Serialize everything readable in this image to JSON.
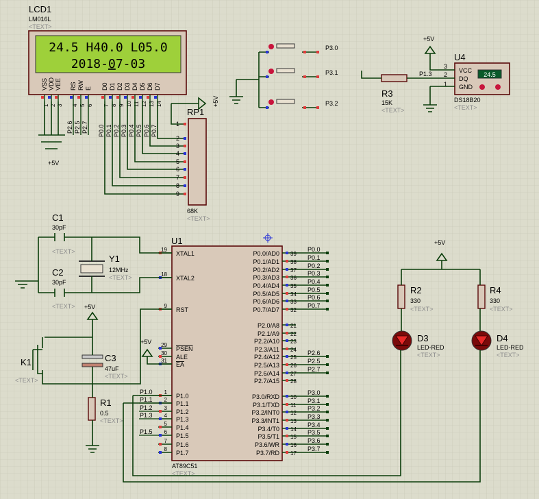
{
  "lcd": {
    "ref": "LCD1",
    "model": "LM016L",
    "text_tag": "<TEXT>",
    "line1": "24.5 H40.0 L05.0",
    "line2_a": "2018-",
    "line2_cursor": "0",
    "line2_b": "7-03",
    "pin_names": [
      "VSS",
      "VDD",
      "VEE",
      "RS",
      "RW",
      "E",
      "D0",
      "D1",
      "D2",
      "D3",
      "D4",
      "D5",
      "D6",
      "D7"
    ],
    "pin_numbers": [
      "1",
      "2",
      "3",
      "4",
      "5",
      "6",
      "7",
      "8",
      "9",
      "10",
      "11",
      "12",
      "13",
      "14"
    ],
    "rs_nets": [
      "P2.6",
      "P2.5",
      "P2.7"
    ],
    "data_nets": [
      "P0.0",
      "P0.1",
      "P0.2",
      "P0.3",
      "P0.4",
      "P0.5",
      "P0.6",
      "P0.7"
    ],
    "power": "+5V"
  },
  "rp1": {
    "ref": "RP1",
    "value": "68K",
    "text_tag": "<TEXT>",
    "pins": [
      "1",
      "2",
      "3",
      "4",
      "5",
      "6",
      "7",
      "8",
      "9"
    ],
    "power": "+5V"
  },
  "buttons": {
    "nets": [
      "P3.0",
      "P3.1",
      "P3.2"
    ]
  },
  "r3": {
    "ref": "R3",
    "value": "15K",
    "text_tag": "<TEXT>",
    "net": "P1.3"
  },
  "u4": {
    "ref": "U4",
    "model": "DS18B20",
    "text_tag": "<TEXT>",
    "pins": [
      "VCC",
      "DQ",
      "GND"
    ],
    "pin_numbers": [
      "3",
      "2",
      "1"
    ],
    "display": "24.5",
    "power": "+5V"
  },
  "c1": {
    "ref": "C1",
    "value": "30pF",
    "text_tag": "<TEXT>"
  },
  "c2": {
    "ref": "C2",
    "value": "30pF",
    "text_tag": "<TEXT>"
  },
  "y1": {
    "ref": "Y1",
    "value": "12MHz",
    "text_tag": "<TEXT>"
  },
  "c3": {
    "ref": "C3",
    "value": "47uF",
    "text_tag": "<TEXT>"
  },
  "r1": {
    "ref": "R1",
    "value": "0.5",
    "text_tag": "<TEXT>"
  },
  "k1": {
    "ref": "K1",
    "text_tag": "<TEXT>"
  },
  "power_5v": "+5V",
  "u1": {
    "ref": "U1",
    "model": "AT89C51",
    "text_tag": "<TEXT>",
    "left_pins": [
      {
        "num": "19",
        "name": "XTAL1"
      },
      {
        "num": "18",
        "name": "XTAL2"
      },
      {
        "num": "9",
        "name": "RST"
      },
      {
        "num": "29",
        "name": "PSEN"
      },
      {
        "num": "30",
        "name": "ALE"
      },
      {
        "num": "31",
        "name": "EA"
      },
      {
        "num": "1",
        "name": "P1.0",
        "net": "P1.0"
      },
      {
        "num": "2",
        "name": "P1.1",
        "net": "P1.1"
      },
      {
        "num": "3",
        "name": "P1.2",
        "net": "P1.2"
      },
      {
        "num": "4",
        "name": "P1.3",
        "net": "P1.3"
      },
      {
        "num": "5",
        "name": "P1.4",
        "net": ""
      },
      {
        "num": "6",
        "name": "P1.5",
        "net": "P1.5"
      },
      {
        "num": "7",
        "name": "P1.6",
        "net": ""
      },
      {
        "num": "8",
        "name": "P1.7",
        "net": ""
      }
    ],
    "right_pins": [
      {
        "num": "39",
        "name": "P0.0/AD0",
        "net": "P0.0"
      },
      {
        "num": "38",
        "name": "P0.1/AD1",
        "net": "P0.1"
      },
      {
        "num": "37",
        "name": "P0.2/AD2",
        "net": "P0.2"
      },
      {
        "num": "36",
        "name": "P0.3/AD3",
        "net": "P0.3"
      },
      {
        "num": "35",
        "name": "P0.4/AD4",
        "net": "P0.4"
      },
      {
        "num": "34",
        "name": "P0.5/AD5",
        "net": "P0.5"
      },
      {
        "num": "33",
        "name": "P0.6/AD6",
        "net": "P0.6"
      },
      {
        "num": "32",
        "name": "P0.7/AD7",
        "net": "P0.7"
      },
      {
        "num": "21",
        "name": "P2.0/A8",
        "net": ""
      },
      {
        "num": "22",
        "name": "P2.1/A9",
        "net": ""
      },
      {
        "num": "23",
        "name": "P2.2/A10",
        "net": ""
      },
      {
        "num": "24",
        "name": "P2.3/A11",
        "net": ""
      },
      {
        "num": "25",
        "name": "P2.4/A12",
        "net": "P2.6"
      },
      {
        "num": "26",
        "name": "P2.5/A13",
        "net": "P2.5"
      },
      {
        "num": "27",
        "name": "P2.6/A14",
        "net": "P2.7"
      },
      {
        "num": "28",
        "name": "P2.7/A15",
        "net": ""
      },
      {
        "num": "10",
        "name": "P3.0/RXD",
        "net": "P3.0"
      },
      {
        "num": "11",
        "name": "P3.1/TXD",
        "net": "P3.1"
      },
      {
        "num": "12",
        "name": "P3.2/INT0",
        "net": "P3.2"
      },
      {
        "num": "13",
        "name": "P3.3/INT1",
        "net": "P3.3"
      },
      {
        "num": "14",
        "name": "P3.4/T0",
        "net": "P3.4"
      },
      {
        "num": "15",
        "name": "P3.5/T1",
        "net": "P3.5"
      },
      {
        "num": "16",
        "name": "P3.6/WR",
        "net": "P3.6"
      },
      {
        "num": "17",
        "name": "P3.7/RD",
        "net": "P3.7"
      }
    ]
  },
  "r2": {
    "ref": "R2",
    "value": "330",
    "text_tag": "<TEXT>"
  },
  "r4": {
    "ref": "R4",
    "value": "330",
    "text_tag": "<TEXT>"
  },
  "d3": {
    "ref": "D3",
    "value": "LED-RED",
    "text_tag": "<TEXT>"
  },
  "d4": {
    "ref": "D4",
    "value": "LED-RED",
    "text_tag": "<TEXT>"
  }
}
